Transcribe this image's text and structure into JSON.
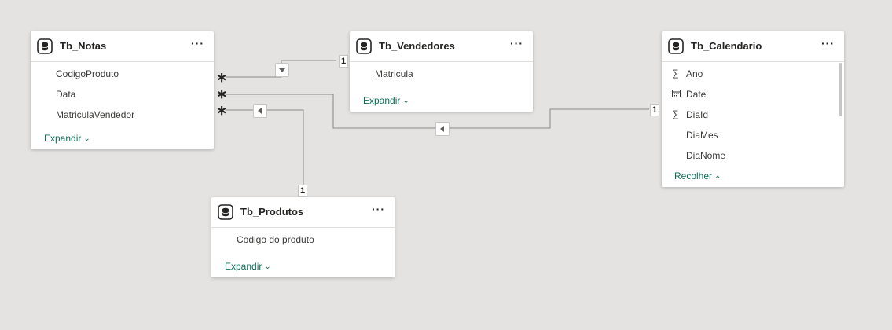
{
  "tables": {
    "notas": {
      "title": "Tb_Notas",
      "more": "···",
      "fields": [
        "CodigoProduto",
        "Data",
        "MatriculaVendedor"
      ],
      "expand_label": "Expandir"
    },
    "vendedores": {
      "title": "Tb_Vendedores",
      "more": "···",
      "fields": [
        "Matricula"
      ],
      "expand_label": "Expandir"
    },
    "calendario": {
      "title": "Tb_Calendario",
      "more": "···",
      "fields": [
        {
          "name": "Ano",
          "icon": "sigma-icon"
        },
        {
          "name": "Date",
          "icon": "calendar-icon"
        },
        {
          "name": "DiaId",
          "icon": "sigma-icon"
        },
        {
          "name": "DiaMes",
          "icon": ""
        },
        {
          "name": "DiaNome",
          "icon": ""
        }
      ],
      "collapse_label": "Recolher"
    },
    "produtos": {
      "title": "Tb_Produtos",
      "more": "···",
      "fields": [
        "Codigo do produto"
      ],
      "expand_label": "Expandir"
    }
  },
  "relationships": {
    "many_symbol": "∗",
    "one_label": "1",
    "sigma": "∑"
  }
}
